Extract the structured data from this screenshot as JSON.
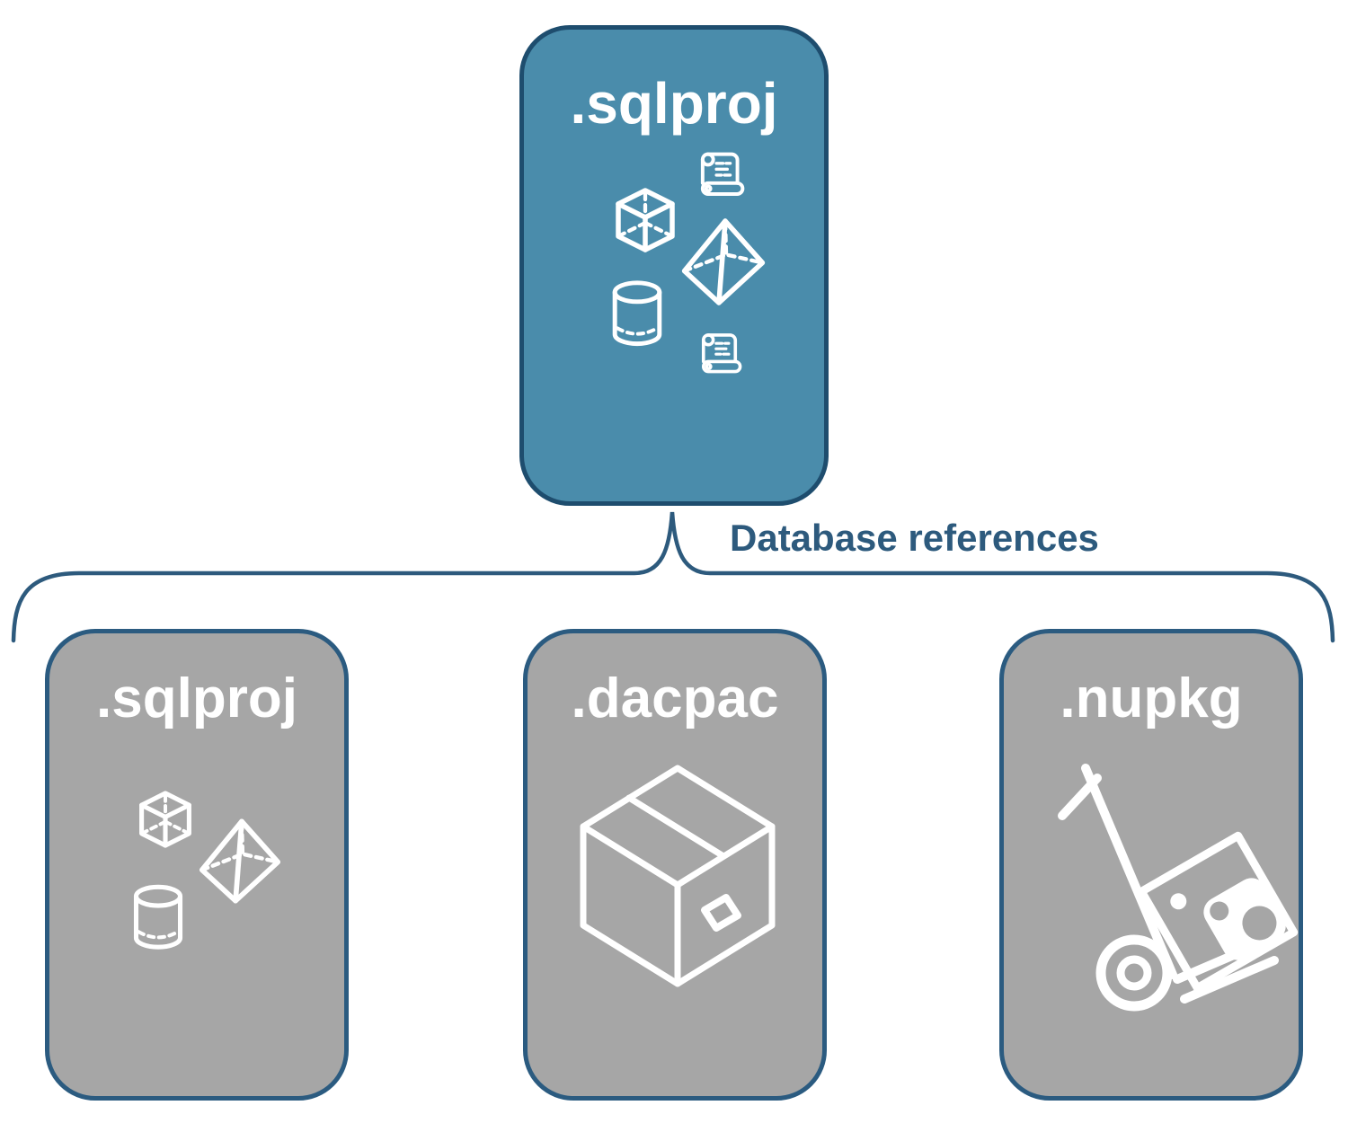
{
  "diagram": {
    "root": {
      "label": ".sqlproj",
      "icons": [
        "script-scroll",
        "cube",
        "pyramid",
        "cylinder",
        "script-scroll"
      ]
    },
    "connector": {
      "label": "Database references"
    },
    "children": [
      {
        "id": "sqlproj",
        "label": ".sqlproj",
        "icons": [
          "cube",
          "pyramid",
          "cylinder"
        ]
      },
      {
        "id": "dacpac",
        "label": ".dacpac",
        "icons": [
          "package-box"
        ]
      },
      {
        "id": "nupkg",
        "label": ".nupkg",
        "icons": [
          "nuget-hand-truck"
        ]
      }
    ],
    "colors": {
      "root_fill": "#4a8cab",
      "child_fill": "#a6a6a6",
      "root_border": "#1e4d6e",
      "child_border": "#2b5b80",
      "connector_line": "#2d5a7d",
      "connector_label_text": "#2d5a7d",
      "card_label_text": "#ffffff",
      "icon_stroke": "#ffffff",
      "background": "#ffffff"
    }
  }
}
